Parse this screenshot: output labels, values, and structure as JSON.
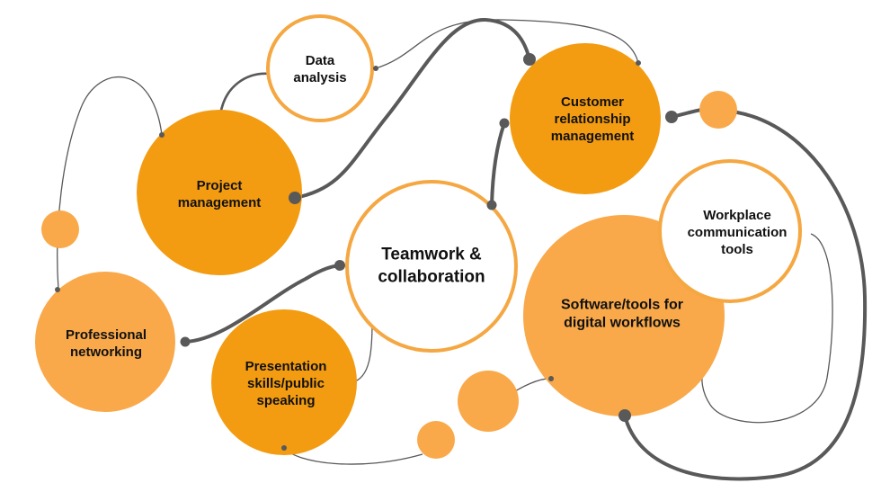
{
  "colors": {
    "dark_orange": "#f39c12",
    "light_orange": "#f9a94a",
    "ring": "#f5a742",
    "connector": "#595959"
  },
  "nodes": [
    {
      "id": "data-analysis",
      "label": "Data\nanalysis",
      "style": "outline"
    },
    {
      "id": "project-management",
      "label": "Project\nmanagement",
      "style": "dark"
    },
    {
      "id": "customer-relationship-management",
      "label": "Customer\nrelationship\nmanagement",
      "style": "dark"
    },
    {
      "id": "teamwork-collaboration",
      "label": "Teamwork &\ncollaboration",
      "style": "outline"
    },
    {
      "id": "professional-networking",
      "label": "Professional\nnetworking",
      "style": "light"
    },
    {
      "id": "presentation-skills",
      "label": "Presentation\nskills/public\nspeaking",
      "style": "dark"
    },
    {
      "id": "software-tools",
      "label": "Software/tools for\ndigital workflows",
      "style": "light"
    },
    {
      "id": "workplace-communication-tools",
      "label": "Workplace\ncommunication\ntools",
      "style": "outline"
    }
  ]
}
